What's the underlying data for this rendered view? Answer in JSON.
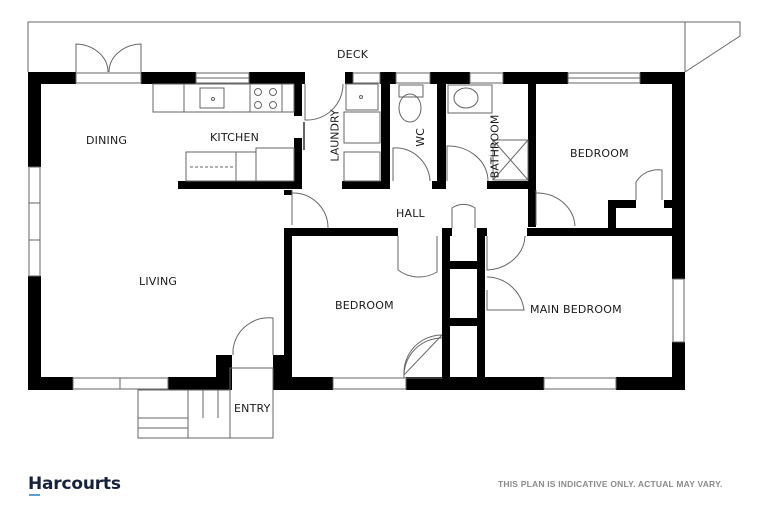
{
  "floorplan": {
    "rooms": {
      "deck": "DECK",
      "dining": "DINING",
      "kitchen": "KITCHEN",
      "laundry": "LAUNDRY",
      "wc": "WC",
      "bathroom": "BATHROOM",
      "bedroom_ne": "BEDROOM",
      "hall": "HALL",
      "living": "LIVING",
      "bedroom_center": "BEDROOM",
      "main_bedroom": "MAIN BEDROOM",
      "entry": "ENTRY"
    },
    "colors": {
      "wall": "#000000",
      "line": "#555555",
      "background": "#ffffff"
    }
  },
  "footer": {
    "brand": "Harcourts",
    "brand_color": "#16213e",
    "brand_accent": "#5aa0d8",
    "disclaimer": "THIS PLAN IS INDICATIVE ONLY. ACTUAL MAY VARY."
  }
}
